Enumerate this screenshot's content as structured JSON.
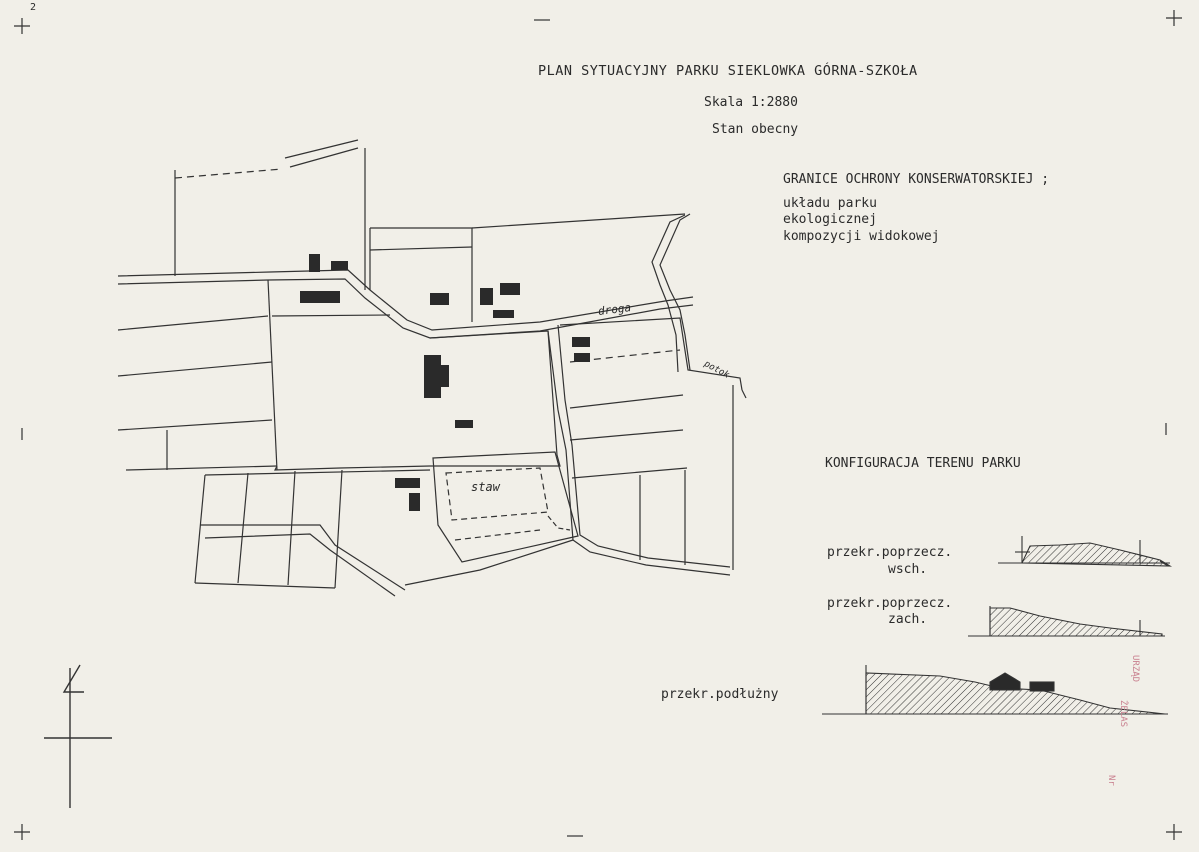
{
  "corner_mark": "2",
  "title": "PLAN SYTUACYJNY PARKU SIEKLOWKA GÓRNA-SZKOŁA",
  "scale": "Skala 1:2880",
  "state": "Stan obecny",
  "legend": {
    "heading": "GRANICE OCHRONY KONSERWATORSKIEJ ;",
    "items": [
      "układu parku",
      "ekologicznej",
      "kompozycji widokowej"
    ]
  },
  "map_labels": {
    "road": "droga",
    "stream": "potok",
    "pond": "staw"
  },
  "terrain": {
    "heading": "KONFIGURACJA TERENU PARKU",
    "sections": [
      {
        "label_line1": "przekr.poprzecz.",
        "label_line2": "wsch."
      },
      {
        "label_line1": "przekr.poprzecz.",
        "label_line2": "zach."
      },
      {
        "label_line1": "przekr.podłużny",
        "label_line2": ""
      }
    ]
  },
  "stamp": {
    "line1": "URZĄD",
    "line2": "ŻELAS",
    "line3": "Nr"
  },
  "colors": {
    "paper": "#f1efe8",
    "ink": "#2b2b2b",
    "building": "#2a2a2a",
    "stamp": "#c9808f"
  }
}
